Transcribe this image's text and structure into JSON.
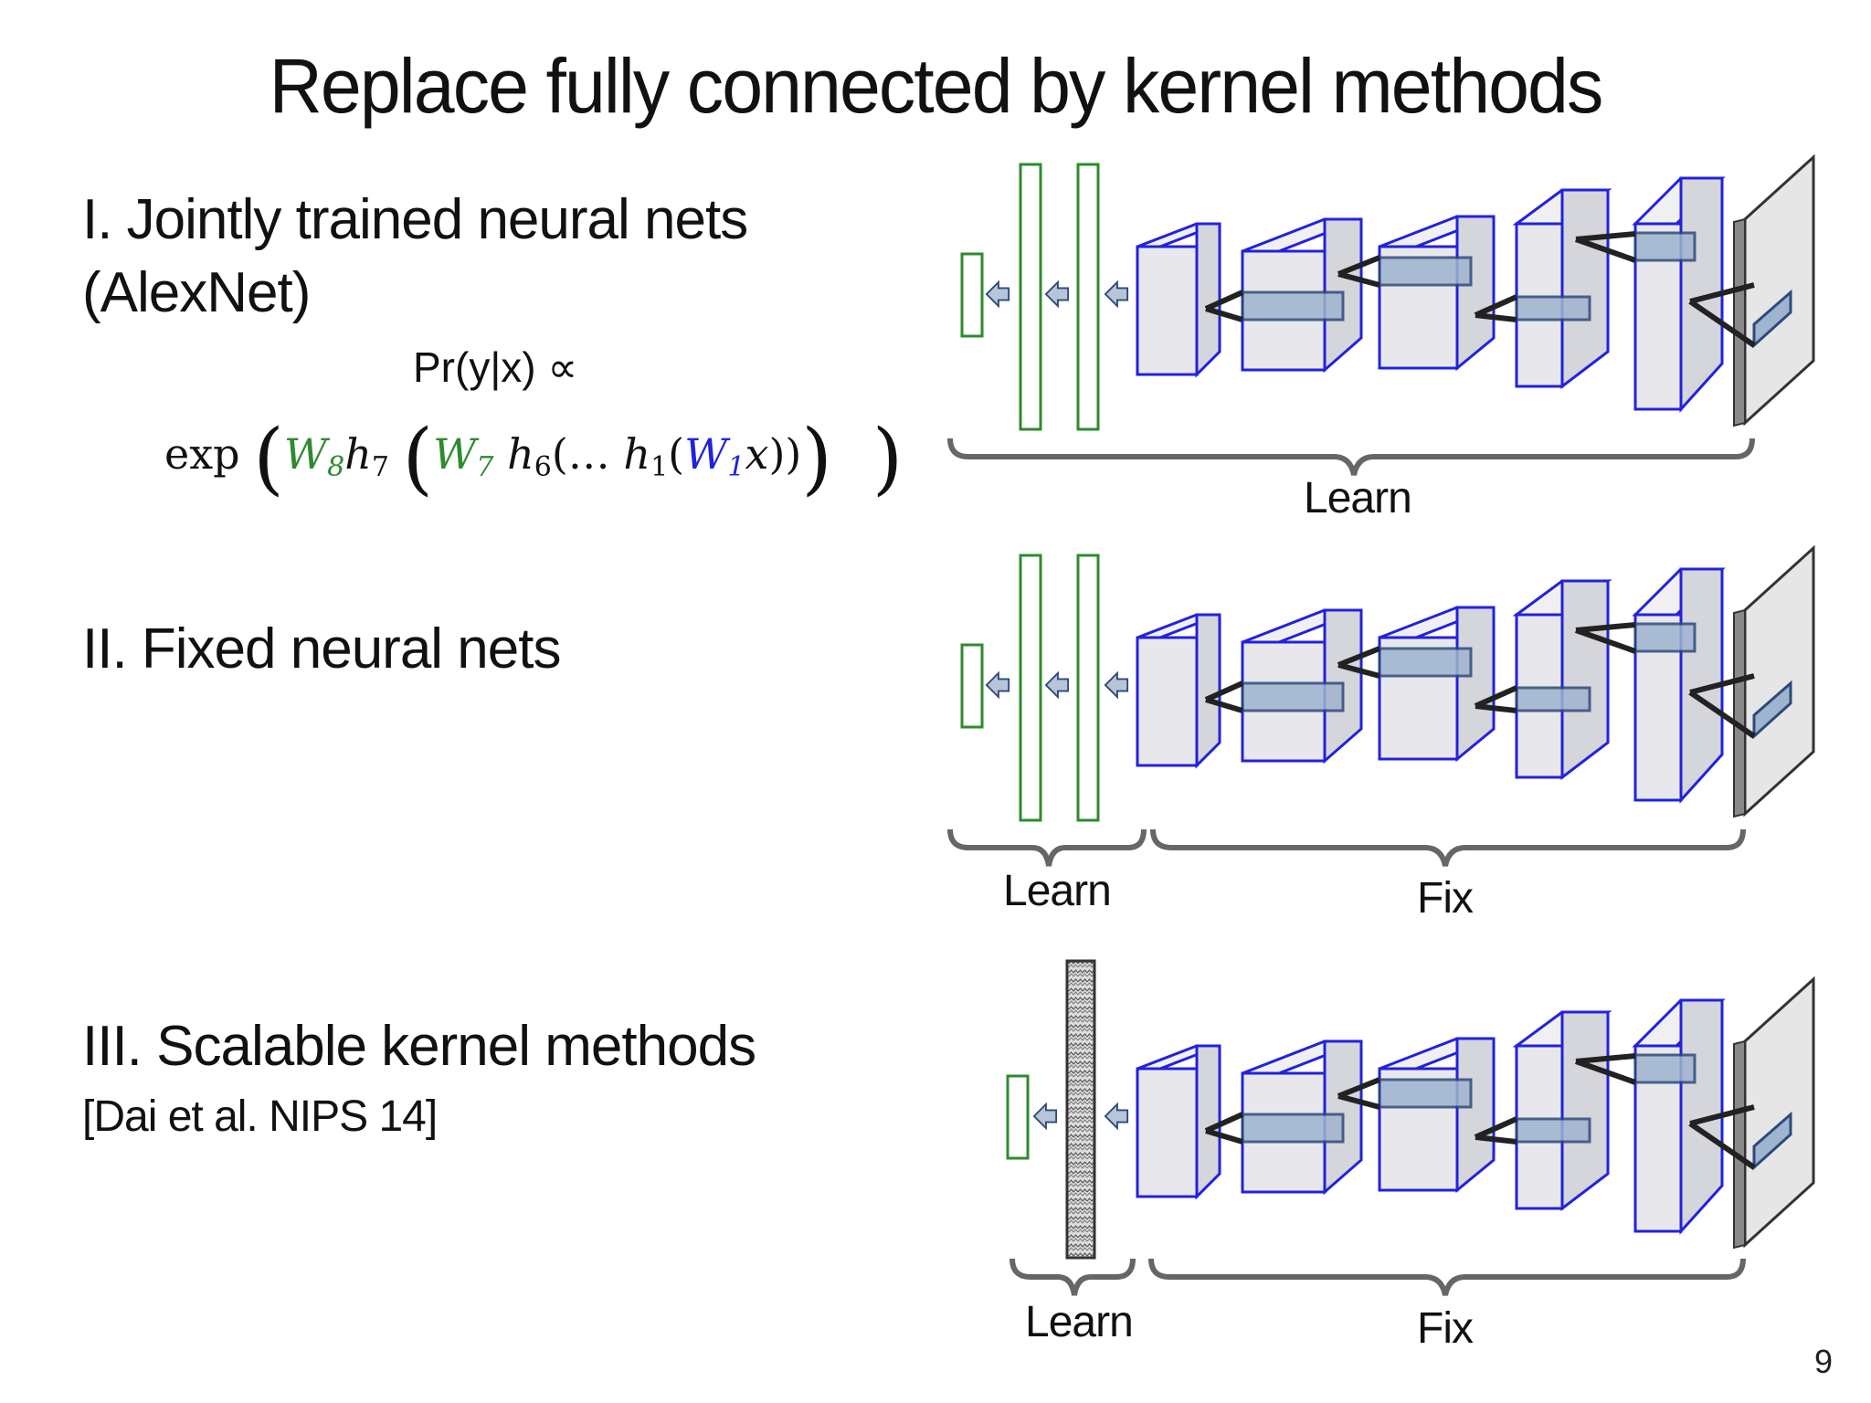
{
  "title": "Replace fully connected by kernel methods",
  "sections": [
    {
      "heading_line1": "I. Jointly trained neural nets",
      "heading_line2": "(AlexNet)",
      "formula": {
        "pr": "Pr(y|x) ∝",
        "exp_prefix": "exp",
        "w8": "W",
        "w8_sub": "8",
        "h7": "h",
        "h7_sub": "7",
        "w7": "W",
        "w7_sub": "7",
        "h6": "h",
        "h6_sub": "6",
        "ellipsis": "…",
        "h1": "h",
        "h1_sub": "1",
        "w1": "W",
        "w1_sub": "1",
        "x": "x"
      },
      "labels": [
        "Learn"
      ]
    },
    {
      "heading_line1": "II. Fixed neural nets",
      "labels": [
        "Learn",
        "Fix"
      ]
    },
    {
      "heading_line1": "III. Scalable kernel methods",
      "citation": "[Dai et al. NIPS 14]",
      "labels": [
        "Learn",
        "Fix"
      ]
    }
  ],
  "page_number": "9",
  "colors": {
    "fc_layer": "#2e8b2e",
    "conv_layer": "#2222dd",
    "input_layer": "#555555"
  }
}
